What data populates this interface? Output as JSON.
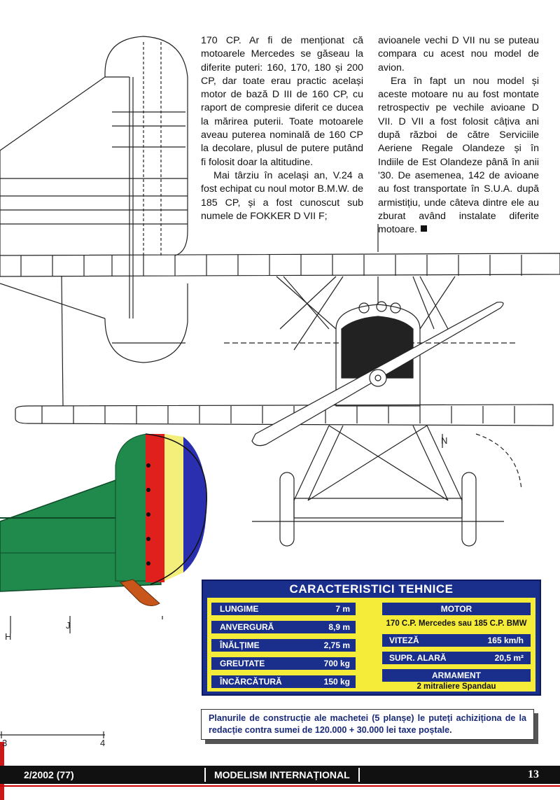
{
  "article": {
    "col1": [
      "170 CP. Ar fi de menționat că motoarele Mercedes se găseau la diferite puteri: 160, 170, 180 și 200 CP, dar toate erau practic același motor de bază D III de 160 CP, cu raport de compresie diferit ce ducea la mărirea puterii. Toate motoarele aveau puterea nominală de 160 CP la decolare, plusul de putere putând fi folosit doar la altitudine.",
      "Mai târziu în același an, V.24 a fost echipat cu noul motor B.M.W. de 185 CP, și a fost cunoscut sub numele de FOKKER D VII F;"
    ],
    "col2": [
      "avioanele vechi D VII nu se puteau compara cu acest nou model de avion.",
      "Era în fapt un nou model și aceste motoare nu au fost montate retrospectiv pe vechile avioane D VII. D VII a fost folosit câțiva ani după război de către Serviciile Aeriene Regale Olandeze și în Indiile de Est Olandeze până în anii '30. De asemenea, 142 de avioane au fost transportate în S.U.A. după armistițiu, unde câteva dintre ele au zburat având instalate diferite motoare."
    ]
  },
  "specs": {
    "title": "CARACTERISTICI TEHNICE",
    "rows": [
      {
        "label": "LUNGIME",
        "value": "7 m"
      },
      {
        "label": "ANVERGURĂ",
        "value": "8,9 m"
      },
      {
        "label": "ÎNĂLȚIME",
        "value": "2,75 m"
      },
      {
        "label": "GREUTATE",
        "value": "700 kg"
      },
      {
        "label": "ÎNCĂRCĂTURĂ",
        "value": "150 kg"
      }
    ],
    "motor_label": "MOTOR",
    "motor_value": "170 C.P. Mercedes sau 185 C.P. BMW",
    "viteza_label": "VITEZĂ",
    "viteza_value": "165 km/h",
    "supr_label": "SUPR. ALARĂ",
    "supr_value": "20,5 m²",
    "armament_label": "ARMAMENT",
    "armament_value": "2 mitraliere Spandau"
  },
  "notice": "Planurile de construcție ale machetei (5 planșe) le puteți achiziționa de la redacție contra sumei de 120.000 + 30.000 lei taxe poștale.",
  "footer": {
    "issue": "2/2002 (77)",
    "magazine": "MODELISM INTERNAȚIONAL",
    "page": "13"
  },
  "figure_labels": {
    "n": "N",
    "h": "H",
    "j": "J",
    "three": "3",
    "four": "4"
  },
  "colors": {
    "tail_red": "#e0201c",
    "tail_yellow": "#f4ee7a",
    "tail_blue": "#2a2fb0",
    "fuselage_green": "#1f8a4c",
    "box_blue": "#1a2f8c",
    "box_yellow": "#f5ec3a"
  }
}
